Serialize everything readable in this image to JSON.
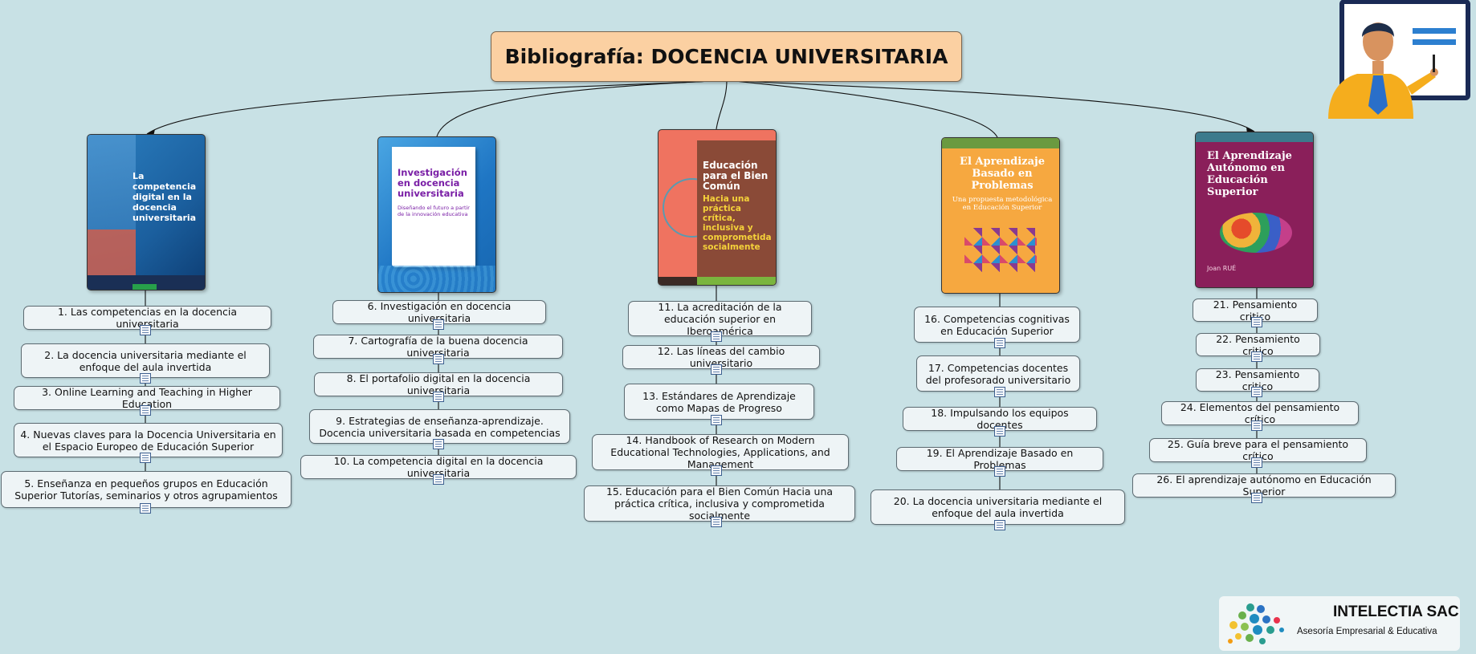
{
  "title": "Bibliografía: DOCENCIA UNIVERSITARIA",
  "books": [
    {
      "cover_title": "La competencia digital en la docencia universitaria"
    },
    {
      "cover_title": "Investigación en docencia universitaria",
      "cover_subtitle": "Diseñando el futuro a partir de la innovación educativa"
    },
    {
      "cover_title": "Educación para el Bien Común",
      "cover_subtitle": "Hacia una práctica crítica, inclusiva y comprometida socialmente"
    },
    {
      "cover_title": "El Aprendizaje Basado en Problemas",
      "cover_subtitle": "Una propuesta metodológica en Educación Superior"
    },
    {
      "cover_title": "El Aprendizaje Autónomo en Educación Superior",
      "cover_author": "Joan RUÉ"
    }
  ],
  "topics": [
    [
      "1. Las competencias en la docencia universitaria",
      "2. La docencia universitaria mediante el enfoque del aula invertida",
      "3. Online Learning and Teaching in Higher Education",
      "4. Nuevas claves para la Docencia Universitaria en el Espacio Europeo de Educación Superior",
      "5. Enseñanza en pequeños grupos en Educación Superior Tutorías, seminarios y otros agrupamientos"
    ],
    [
      "6. Investigación en docencia universitaria",
      "7. Cartografía de la buena docencia universitaria",
      "8. El portafolio digital en la docencia universitaria",
      "9. Estrategias de enseñanza-aprendizaje. Docencia universitaria basada en competencias",
      "10. La competencia digital en la docencia universitaria"
    ],
    [
      "11. La acreditación de la educación superior en Iberoamérica",
      "12. Las líneas del cambio universitario",
      "13. Estándares de Aprendizaje como Mapas de Progreso",
      "14. Handbook of Research on Modern Educational Technologies, Applications, and Management",
      "15. Educación para el Bien Común Hacia una práctica crítica, inclusiva y comprometida socialmente"
    ],
    [
      "16. Competencias cognitivas en Educación Superior",
      "17. Competencias docentes del profesorado universitario",
      "18. Impulsando los equipos docentes",
      "19. El Aprendizaje Basado en Problemas",
      "20. La docencia universitaria mediante el enfoque del aula invertida"
    ],
    [
      "21. Pensamiento critico",
      "22. Pensamiento critico",
      "23. Pensamiento critico",
      "24. Elementos del pensamiento crítico",
      "25. Guía breve para el pensamiento crítico",
      "26. El aprendizaje autónomo en Educación Superior"
    ]
  ],
  "logo": {
    "name": "INTELECTIA SAC",
    "tagline": "Asesoría Empresarial & Educativa"
  },
  "colors": {
    "background": "#c8e1e5",
    "title_fill": "#fbd0a2",
    "topic_fill": "#eef4f6",
    "note_icon": "#3d5f8f"
  }
}
